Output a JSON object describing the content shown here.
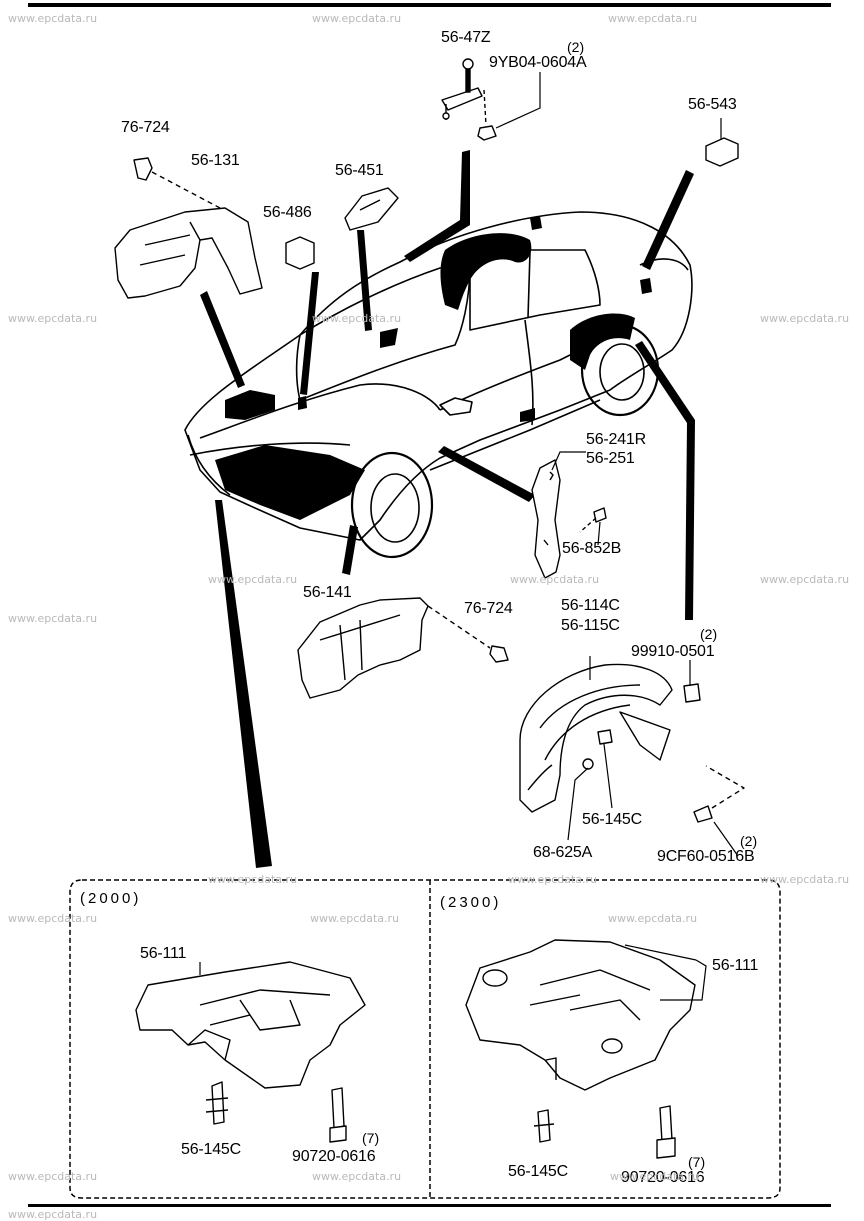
{
  "parts": [
    {
      "code": "56-47Z"
    },
    {
      "code": "9YB04-0604A",
      "qty": "(2)"
    },
    {
      "code": "56-543"
    },
    {
      "code": "76-724"
    },
    {
      "code": "56-131"
    },
    {
      "code": "56-451"
    },
    {
      "code": "56-486"
    },
    {
      "code": "56-241R"
    },
    {
      "code": "56-251"
    },
    {
      "code": "56-852B"
    },
    {
      "code": "56-141"
    },
    {
      "code": "76-724"
    },
    {
      "code": "56-114C"
    },
    {
      "code": "56-115C"
    },
    {
      "code": "99910-0501",
      "qty": "(2)"
    },
    {
      "code": "56-145C"
    },
    {
      "code": "68-625A"
    },
    {
      "code": "9CF60-0516B",
      "qty": "(2)"
    }
  ],
  "variants": [
    {
      "label": "(2000)",
      "parts": [
        {
          "code": "56-111"
        },
        {
          "code": "56-145C"
        },
        {
          "code": "90720-0616",
          "qty": "(7)"
        }
      ]
    },
    {
      "label": "(2300)",
      "parts": [
        {
          "code": "56-111"
        },
        {
          "code": "56-145C"
        },
        {
          "code": "90720-0616",
          "qty": "(7)"
        }
      ]
    }
  ],
  "watermark": "www.epcdata.ru"
}
